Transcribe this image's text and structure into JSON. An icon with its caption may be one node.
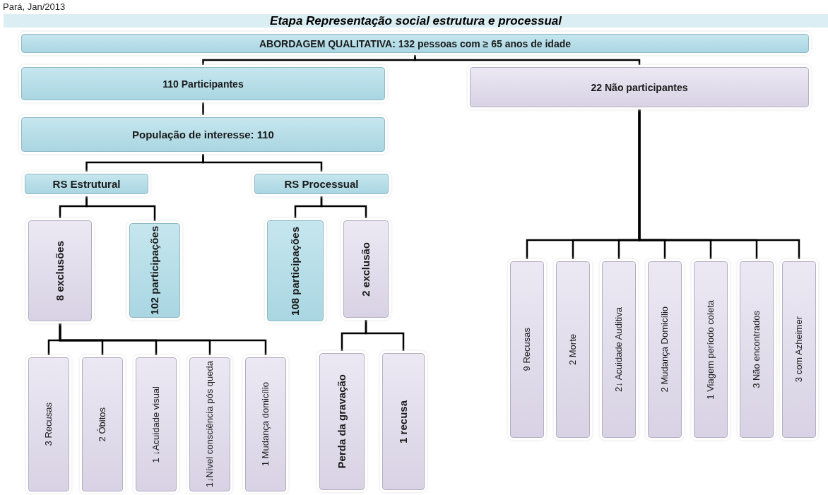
{
  "diagram": {
    "title": "Etapa Representação social estrutura e processual",
    "nodes": [
      {
        "text": [
          "ABORDAGEM  QUALITATIVA: 132 pessoas com ≥ 65 anos de idade"
        ]
      },
      {
        "text": [
          "110 Participantes"
        ]
      },
      {
        "text": [
          "22 Não participantes"
        ]
      },
      {
        "text": [
          "População de interesse: 110"
        ]
      },
      {
        "text": [
          "RS Estrutural"
        ]
      },
      {
        "text": [
          "RS Processual"
        ]
      },
      {
        "text": [
          "8 exclusões"
        ]
      },
      {
        "text": [
          "102 participações"
        ]
      },
      {
        "text": [
          "108 participações"
        ]
      },
      {
        "text": [
          "2 exclusão"
        ]
      },
      {
        "text": [
          "3 Recusas"
        ]
      },
      {
        "text": [
          "2 Óbitos"
        ]
      },
      {
        "text": [
          "1 ↓Acuidade visual"
        ]
      },
      {
        "text": [
          "1↓Nível consciência pós queda"
        ]
      },
      {
        "text": [
          "1 Mudança domicílio"
        ]
      },
      {
        "text": [
          "Perda da gravação"
        ]
      },
      {
        "text": [
          "1 recusa"
        ]
      },
      {
        "text": [
          "9 Recusas"
        ]
      },
      {
        "text": [
          "2 Morte"
        ]
      },
      {
        "text": [
          "2↓ Acuidade Auditiva"
        ]
      },
      {
        "text": [
          "2 Mudança Domicílio"
        ]
      },
      {
        "text": [
          "1 Viagem período coleta"
        ]
      },
      {
        "text": [
          "3 Não encontrados"
        ]
      },
      {
        "text": [
          "3 com Azheimer"
        ]
      }
    ],
    "edges": [
      {
        "from": 0,
        "to": 1,
        "arrow": "none"
      },
      {
        "from": 0,
        "to": 2,
        "arrow": "none"
      },
      {
        "from": 1,
        "to": 3,
        "arrow": "none"
      },
      {
        "from": 3,
        "to": 4,
        "arrow": "none"
      },
      {
        "from": 3,
        "to": 5,
        "arrow": "none"
      },
      {
        "from": 4,
        "to": 6,
        "arrow": "none"
      },
      {
        "from": 4,
        "to": 7,
        "arrow": "none"
      },
      {
        "from": 5,
        "to": 8,
        "arrow": "none"
      },
      {
        "from": 5,
        "to": 9,
        "arrow": "none"
      },
      {
        "from": 6,
        "to": 10,
        "arrow": "none"
      },
      {
        "from": 6,
        "to": 11,
        "arrow": "none"
      },
      {
        "from": 6,
        "to": 12,
        "arrow": "none"
      },
      {
        "from": 6,
        "to": 13,
        "arrow": "none"
      },
      {
        "from": 6,
        "to": 14,
        "arrow": "none"
      },
      {
        "from": 9,
        "to": 15,
        "arrow": "none"
      },
      {
        "from": 9,
        "to": 16,
        "arrow": "none"
      },
      {
        "from": 2,
        "to": 17,
        "arrow": "none"
      },
      {
        "from": 2,
        "to": 18,
        "arrow": "none"
      },
      {
        "from": 2,
        "to": 19,
        "arrow": "none"
      },
      {
        "from": 2,
        "to": 20,
        "arrow": "none"
      },
      {
        "from": 2,
        "to": 21,
        "arrow": "none"
      },
      {
        "from": 2,
        "to": 22,
        "arrow": "none"
      },
      {
        "from": 2,
        "to": 23,
        "arrow": "none"
      }
    ],
    "labels": [
      "Pará, Jan/2013"
    ]
  }
}
